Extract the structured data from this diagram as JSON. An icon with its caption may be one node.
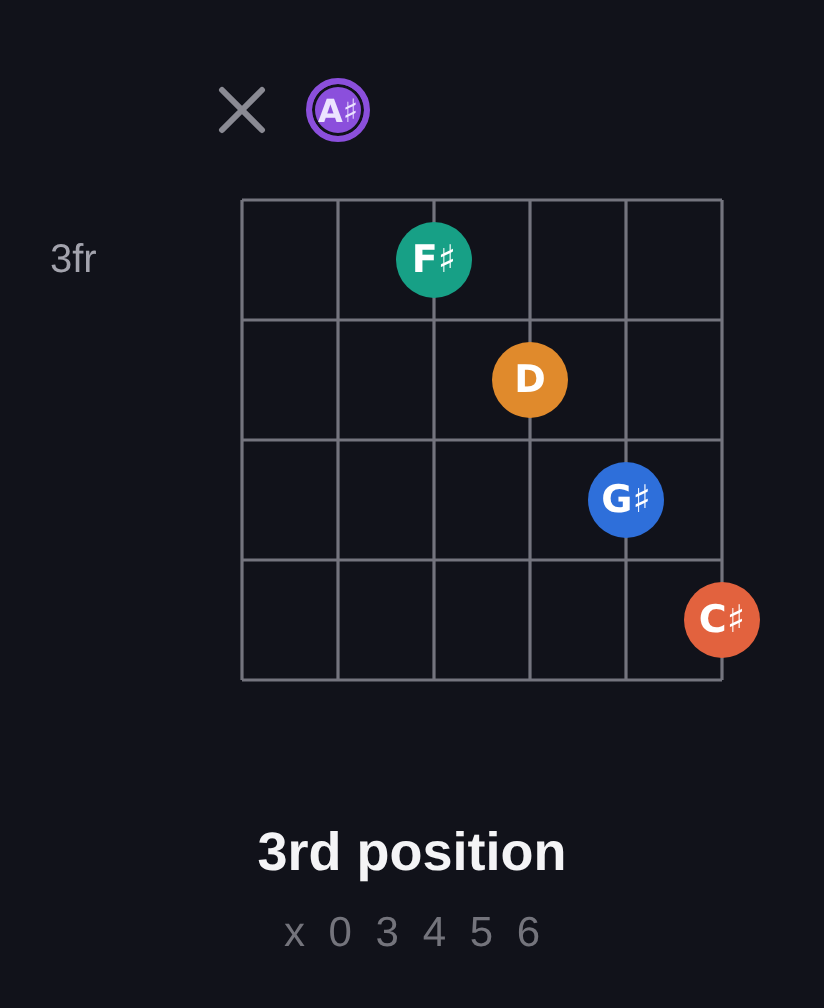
{
  "diagram": {
    "title": "3rd position",
    "nodes": [
      {
        "text": [
          "A♯"
        ]
      },
      {
        "text": [
          "F♯"
        ]
      },
      {
        "text": [
          "D"
        ]
      },
      {
        "text": [
          "G♯"
        ]
      },
      {
        "text": [
          "C♯"
        ]
      }
    ],
    "labels": [
      "3fr",
      "x 0 3 4 5 6"
    ]
  }
}
